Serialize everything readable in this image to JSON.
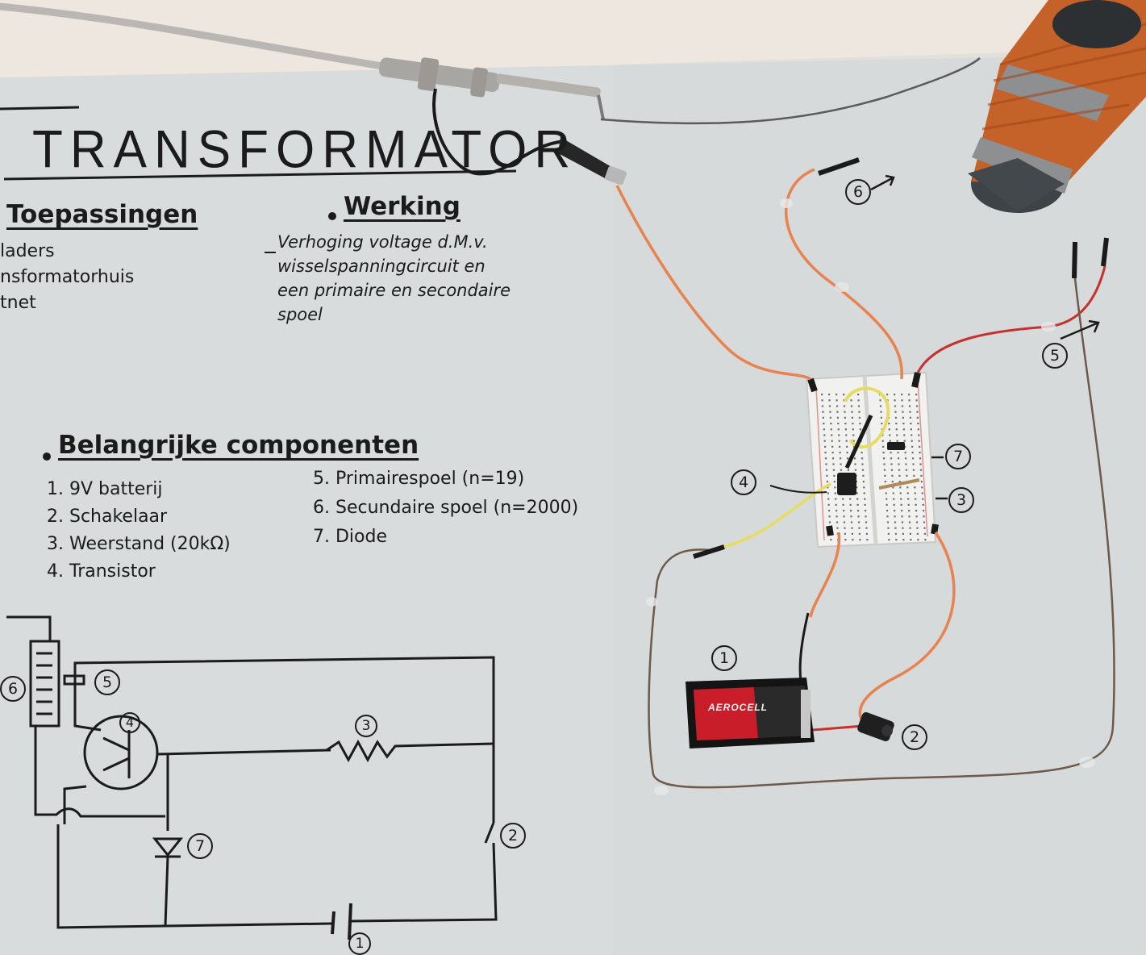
{
  "title": "TRANSFORMATOR",
  "toepassingen": {
    "heading": "Toepassingen",
    "items": [
      "laders",
      "nsformatorhuis",
      "tnet"
    ]
  },
  "werking": {
    "heading": "Werking",
    "lines": [
      "Verhoging voltage d.M.v.",
      "wisselspanningcircuit en",
      "een primaire en secondaire",
      "spoel"
    ]
  },
  "componenten": {
    "heading": "Belangrijke componenten",
    "left": [
      "1. 9V batterij",
      "2. Schakelaar",
      "3. Weerstand (20kΩ)",
      "4. Transistor"
    ],
    "right": [
      "5. Primairespoel (n=19)",
      "6. Secundaire spoel (n=2000)",
      "7. Diode"
    ]
  },
  "schematic_tags": [
    "6",
    "5",
    "4",
    "3",
    "7",
    "2",
    "1"
  ],
  "photo_tags": [
    "6",
    "5",
    "7",
    "4",
    "3",
    "1",
    "2"
  ],
  "battery_brand": "AEROCELL",
  "colors": {
    "paper": "#d9dcdc",
    "ink": "#1b1b1b",
    "copper": "#c4622a",
    "orange_wire": "#e8824f",
    "red_wire": "#c9302c",
    "yellow_wire": "#e7dc63",
    "battery_red": "#c91e2a"
  }
}
